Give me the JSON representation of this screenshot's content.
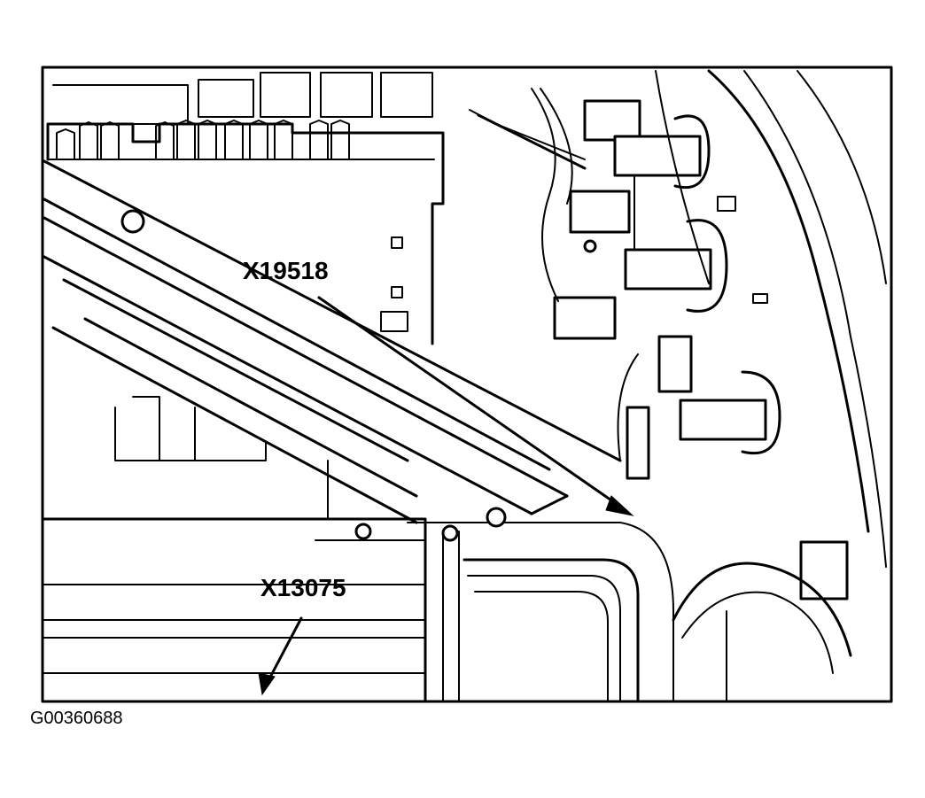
{
  "figure": {
    "id": "G00360688",
    "callouts": [
      {
        "label": "X19518",
        "target": "connector"
      },
      {
        "label": "X13075",
        "target": "connector"
      }
    ]
  },
  "colors": {
    "line": "#000000",
    "background": "#ffffff"
  }
}
